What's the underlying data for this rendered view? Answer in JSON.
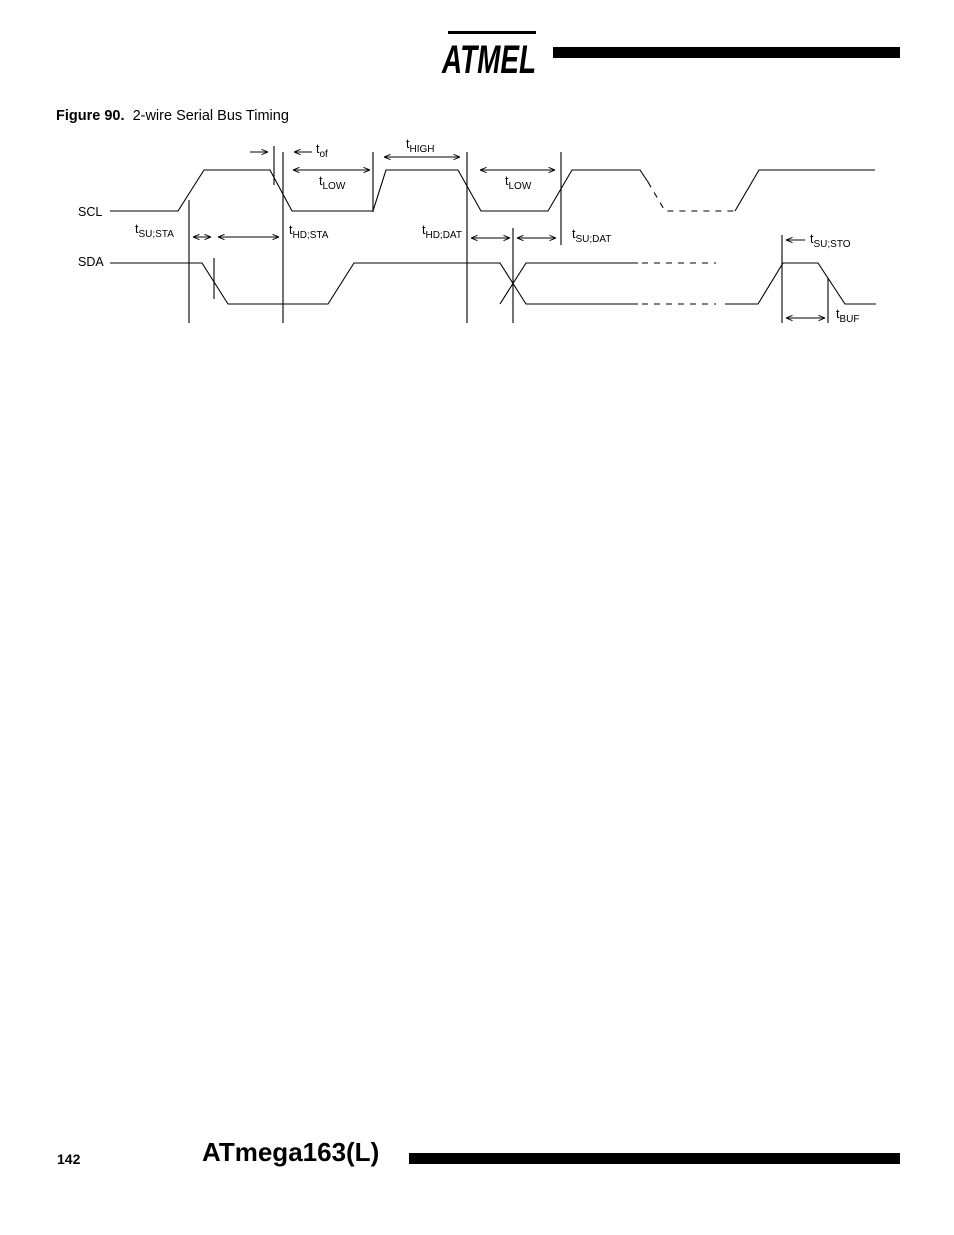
{
  "header": {
    "logo_text": "ATMEL"
  },
  "figure": {
    "number": "Figure 90.",
    "title": "2-wire Serial Bus Timing",
    "signals": {
      "scl": "SCL",
      "sda": "SDA"
    },
    "labels": {
      "tof": {
        "t": "t",
        "sub": "of"
      },
      "thigh": {
        "t": "t",
        "sub": "HIGH"
      },
      "tlow1": {
        "t": "t",
        "sub": "LOW"
      },
      "tlow2": {
        "t": "t",
        "sub": "LOW"
      },
      "tsusta": {
        "t": "t",
        "sub": "SU;STA"
      },
      "thdsta": {
        "t": "t",
        "sub": "HD;STA"
      },
      "thddat": {
        "t": "t",
        "sub": "HD;DAT"
      },
      "tsudat": {
        "t": "t",
        "sub": "SU;DAT"
      },
      "tsusto": {
        "t": "t",
        "sub": "SU;STO"
      },
      "tbuf": {
        "t": "t",
        "sub": "BUF"
      }
    }
  },
  "footer": {
    "page_number": "142",
    "doc_title": "ATmega163(L)"
  }
}
